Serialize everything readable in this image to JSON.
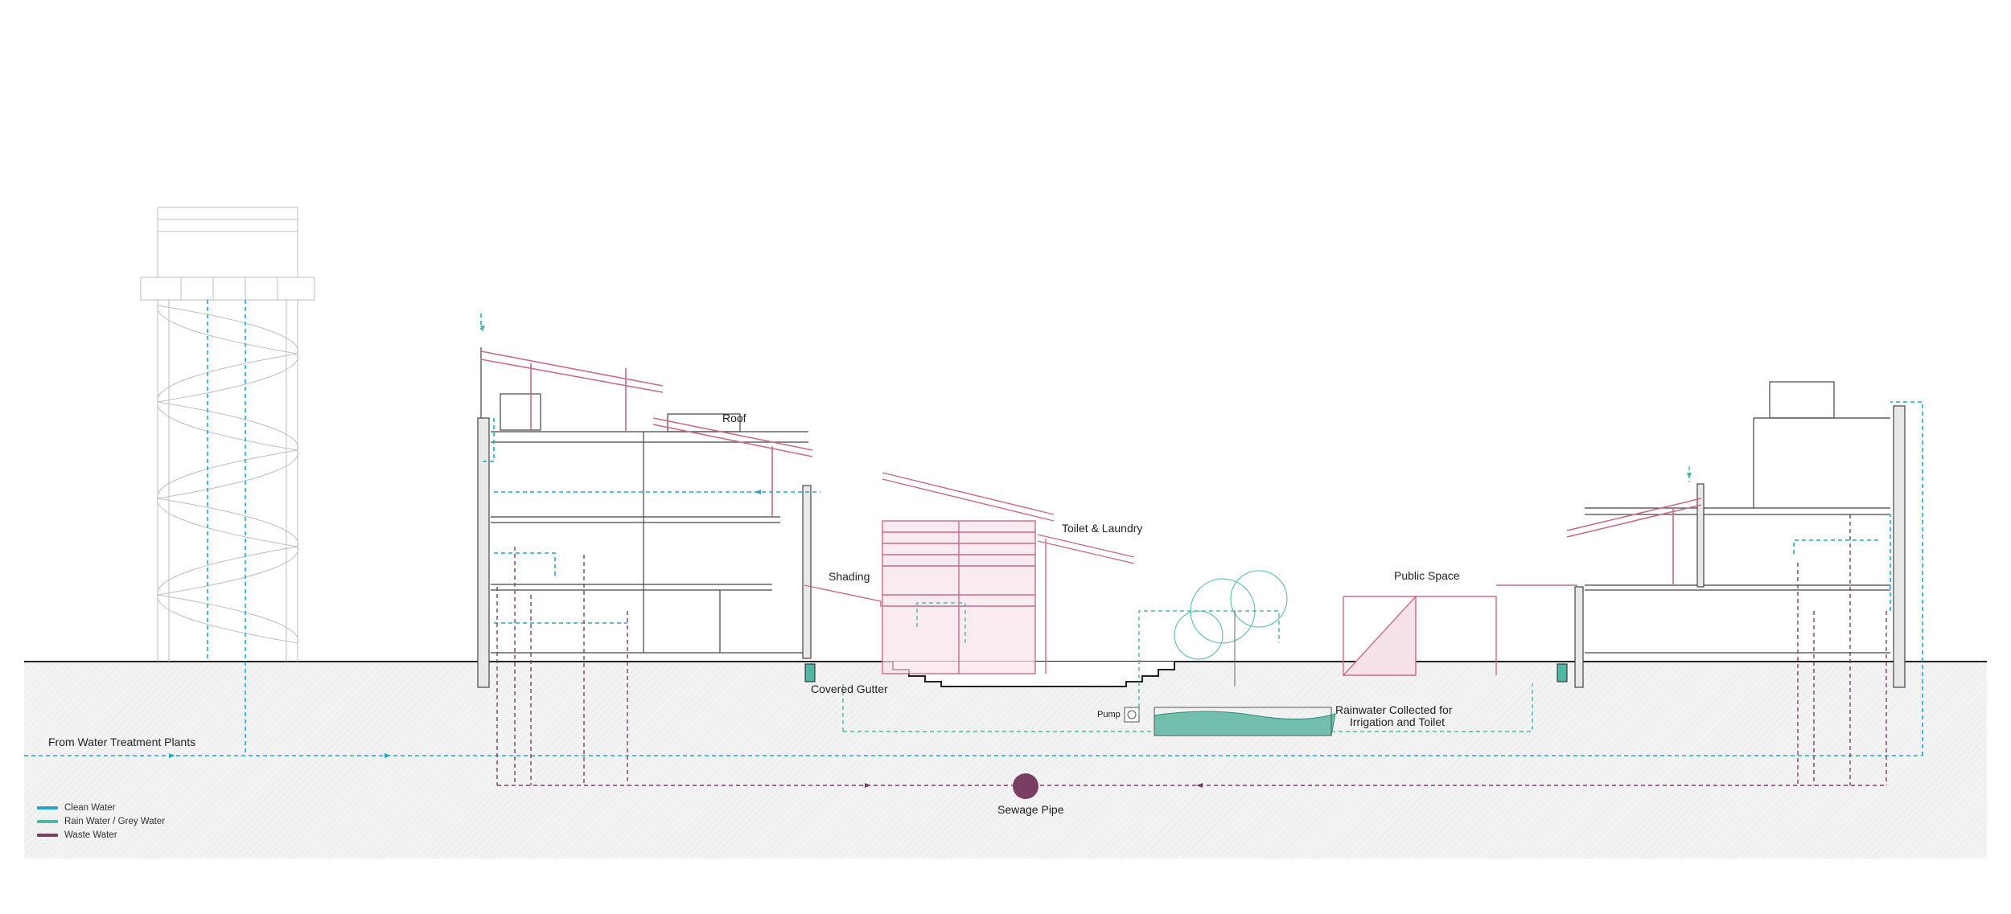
{
  "colors": {
    "clean_water": "#23aac7",
    "rain_grey_water": "#4fb7a4",
    "waste_water": "#7a3e63",
    "structure_pink": "#c76b8d",
    "ground": "#f1f1f1",
    "line": "#555555"
  },
  "labels": {
    "roof": "Roof",
    "toilet_laundry": "Toilet & Laundry",
    "shading": "Shading",
    "public_space": "Public Space",
    "covered_gutter": "Covered Gutter",
    "pump": "Pump",
    "rainwater_line1": "Rainwater Collected for",
    "rainwater_line2": "Irrigation and Toilet",
    "from_water_treatment": "From Water Treatment Plants",
    "sewage_pipe": "Sewage Pipe"
  },
  "legend": [
    {
      "label": "Clean Water",
      "color": "#23aac7"
    },
    {
      "label": "Rain Water / Grey Water",
      "color": "#4fb7a4"
    },
    {
      "label": "Waste Water",
      "color": "#7a3e63"
    }
  ]
}
